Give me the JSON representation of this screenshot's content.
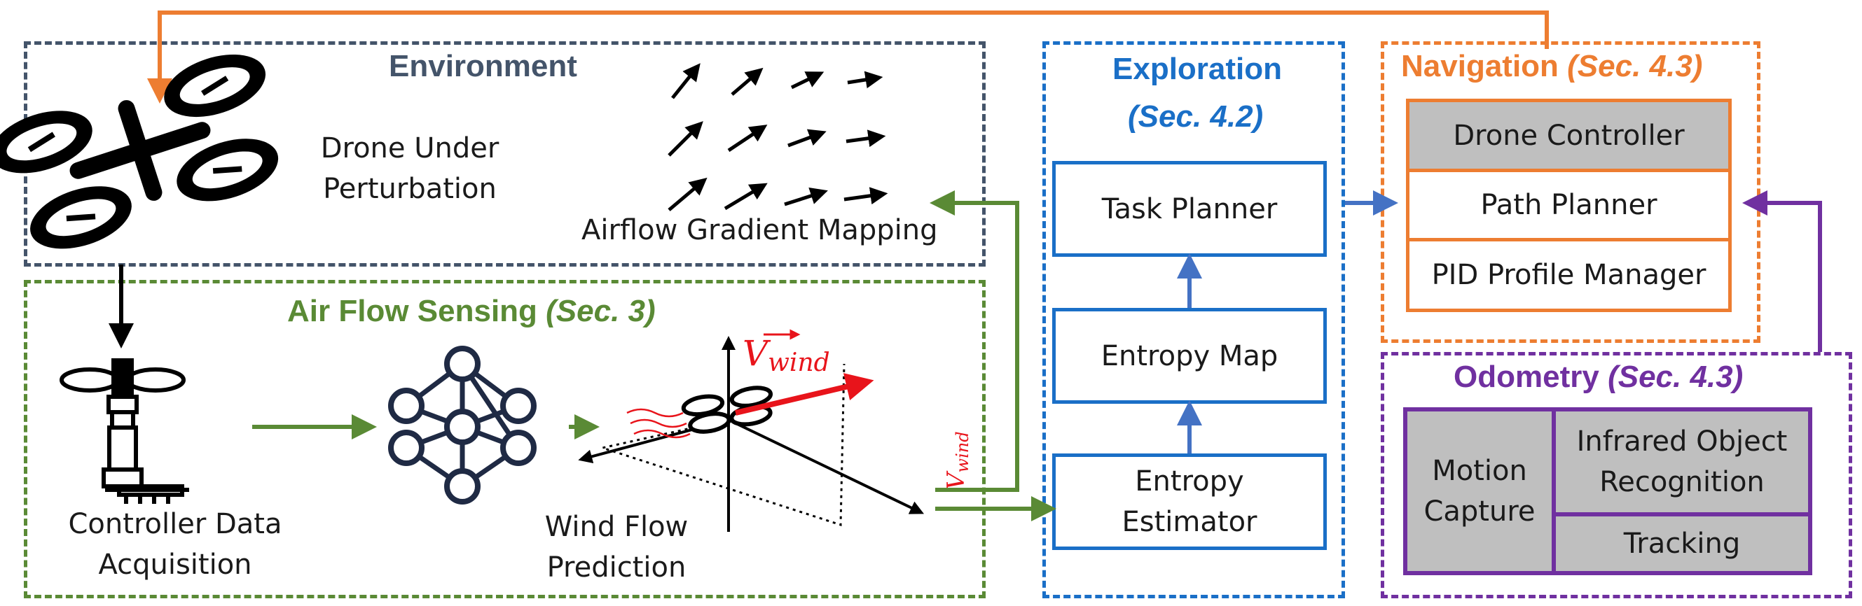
{
  "colors": {
    "environment": "#44546a",
    "airflow": "#5a8a35",
    "exploration": "#1a6fc7",
    "navigation": "#ed7d31",
    "odometry": "#7030a0",
    "wind": "#e8141b",
    "gray_fill": "#bfbfbf",
    "arrow_black": "#000000",
    "arrow_blue": "#4472c4"
  },
  "environment": {
    "title": "Environment",
    "drone_label_line1": "Drone Under",
    "drone_label_line2": "Perturbation",
    "airflow_label": "Airflow Gradient Mapping"
  },
  "airflow": {
    "title": "Air Flow Sensing",
    "sec": "(Sec. 3)",
    "controller_line1": "Controller Data",
    "controller_line2": "Acquisition",
    "wind_line1": "Wind Flow",
    "wind_line2": "Prediction",
    "v_symbol": "V",
    "v_sub": "wind"
  },
  "exploration": {
    "title": "Exploration",
    "sec": "(Sec. 4.2)",
    "task_planner": "Task Planner",
    "entropy_map": "Entropy Map",
    "entropy_estimator_line1": "Entropy",
    "entropy_estimator_line2": "Estimator"
  },
  "navigation": {
    "title": "Navigation",
    "sec": "(Sec. 4.3)",
    "drone_controller": "Drone Controller",
    "path_planner": "Path Planner",
    "pid_manager": "PID Profile Manager"
  },
  "odometry": {
    "title": "Odometry",
    "sec": "(Sec. 4.3)",
    "motion_line1": "Motion",
    "motion_line2": "Capture",
    "infrared_line1": "Infrared Object",
    "infrared_line2": "Recognition",
    "tracking": "Tracking"
  }
}
